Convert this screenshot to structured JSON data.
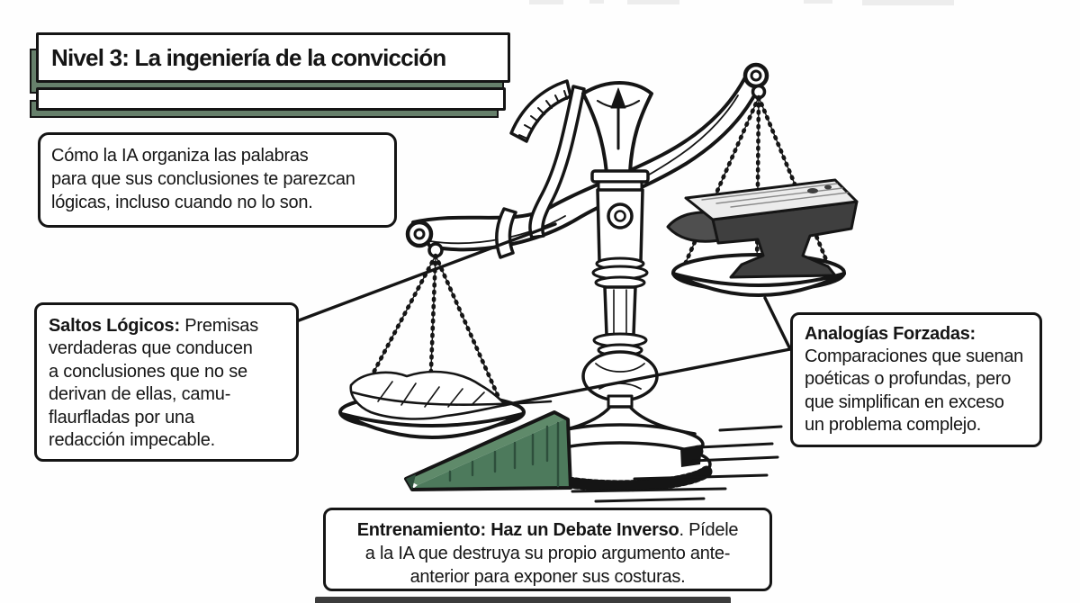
{
  "title_box": {
    "text": "Nivel 3: La ingeniería de la convicción"
  },
  "subtitle_box": {
    "text": ""
  },
  "description_box": {
    "text": "Cómo la IA organiza las palabras\npara que sus conclusiones te parezcan\nlógicas, incluso cuando no lo son."
  },
  "left_callout": {
    "label": "Saltos Lógicos:",
    "text": " Premisas\nverdaderas que conducen\na conclusiones que no se\nderivan de ellas, camu-\nflaurfladas por una\nredacción impecable."
  },
  "right_callout": {
    "label": "Analogías Forzadas:",
    "text": "\nComparaciones que suenan\npoéticas o profundas, pero\nque simplifican en exceso\nun problema complejo."
  },
  "training_box": {
    "label": "Entrenamiento: Haz un Debate Inverso",
    "text": ". Pídele\na la IA que destruya su propio argumento ante-\nanterior para exponer sus costuras."
  },
  "illustration": {
    "subject": "rigged balance scale",
    "elements": [
      "balance-scale",
      "feather-on-lower-pan",
      "anvil-on-upper-pan",
      "green-wedge-under-base",
      "indicator-arc"
    ]
  },
  "colors": {
    "ink": "#151515",
    "sage_green_shadow": "#66806b",
    "wedge_green": "#4d7a5c",
    "wedge_green_light": "#5f8a6a",
    "wedge_green_dark": "#2e4f3c",
    "anvil_dark": "#3f3f3f",
    "paper": "#ffffff"
  }
}
